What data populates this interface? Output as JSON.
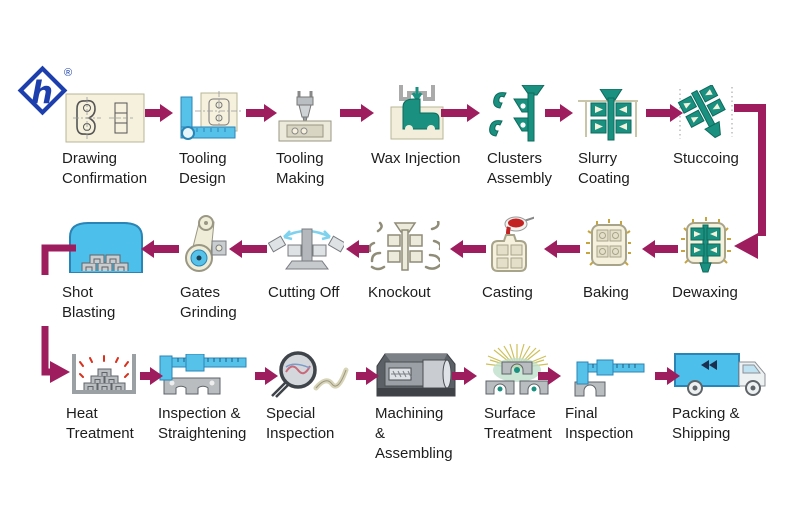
{
  "logo": {
    "letter": "h",
    "registered_mark": "®"
  },
  "colors": {
    "arrow": "#9e1d5e",
    "teal": "#1a9180",
    "blue": "#56c2ea",
    "cream": "#f5f1dd",
    "logo_blue": "#1c3fad",
    "text": "#1d1d1d",
    "flame_red": "#d8321e",
    "bake_gold": "#c8a43c"
  },
  "rows": [
    {
      "name": "row-1",
      "flow_direction": "right",
      "steps": [
        {
          "label": "Drawing\nConfirmation",
          "icon": "drawing-confirmation-icon"
        },
        {
          "label": "Tooling\nDesign",
          "icon": "tooling-design-icon"
        },
        {
          "label": "Tooling\nMaking",
          "icon": "tooling-making-icon"
        },
        {
          "label": "Wax Injection",
          "icon": "wax-injection-icon"
        },
        {
          "label": "Clusters\nAssembly",
          "icon": "clusters-assembly-icon"
        },
        {
          "label": "Slurry\nCoating",
          "icon": "slurry-coating-icon"
        },
        {
          "label": "Stuccoing",
          "icon": "stuccoing-icon"
        }
      ]
    },
    {
      "name": "row-2",
      "flow_direction": "left",
      "steps": [
        {
          "label": "Shot Blasting",
          "icon": "shot-blasting-icon"
        },
        {
          "label": "Gates\nGrinding",
          "icon": "gates-grinding-icon"
        },
        {
          "label": "Cutting Off",
          "icon": "cutting-off-icon"
        },
        {
          "label": "Knockout",
          "icon": "knockout-icon"
        },
        {
          "label": "Casting",
          "icon": "casting-icon"
        },
        {
          "label": "Baking",
          "icon": "baking-icon"
        },
        {
          "label": "Dewaxing",
          "icon": "dewaxing-icon"
        }
      ]
    },
    {
      "name": "row-3",
      "flow_direction": "right",
      "steps": [
        {
          "label": "Heat\nTreatment",
          "icon": "heat-treatment-icon"
        },
        {
          "label": "Inspection &\nStraightening",
          "icon": "inspection-straightening-icon"
        },
        {
          "label": "Special\nInspection",
          "icon": "special-inspection-icon"
        },
        {
          "label": "Machining &\nAssembling",
          "icon": "machining-assembling-icon"
        },
        {
          "label": "Surface\nTreatment",
          "icon": "surface-treatment-icon"
        },
        {
          "label": "Final\nInspection",
          "icon": "final-inspection-icon"
        },
        {
          "label": "Packing &\nShipping",
          "icon": "packing-shipping-icon"
        }
      ]
    }
  ]
}
